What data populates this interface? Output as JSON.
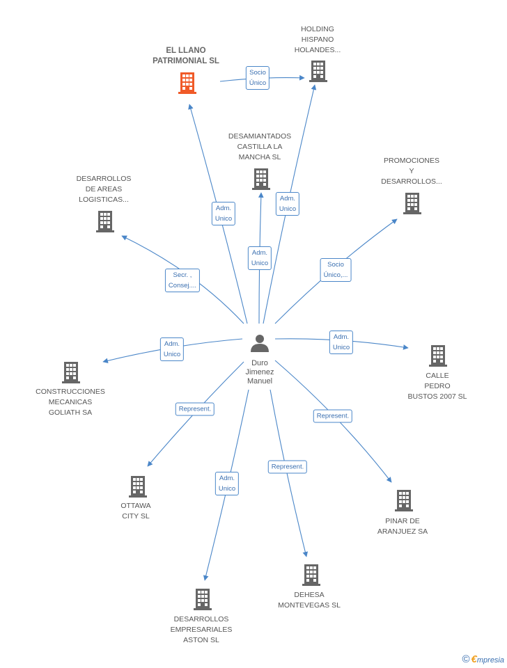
{
  "center": {
    "name": "Duro\nJimenez\nManuel",
    "icon": "person-icon"
  },
  "companies": [
    {
      "id": "el-llano",
      "name": "EL LLANO\nPATRIMONIAL SL",
      "highlight": true
    },
    {
      "id": "holding",
      "name": "HOLDING\nHISPANO\nHOLANDES..."
    },
    {
      "id": "desamiantados",
      "name": "DESAMIANTADOS\nCASTILLA LA\nMANCHA  SL"
    },
    {
      "id": "desarrollos-areas",
      "name": "DESARROLLOS\nDE AREAS\nLOGISTICAS..."
    },
    {
      "id": "promociones",
      "name": "PROMOCIONES\nY\nDESARROLLOS..."
    },
    {
      "id": "calle-pedro",
      "name": "CALLE\nPEDRO\nBUSTOS 2007 SL"
    },
    {
      "id": "construcciones",
      "name": "CONSTRUCCIONES\nMECANICAS\nGOLIATH SA"
    },
    {
      "id": "ottawa",
      "name": "OTTAWA\nCITY SL"
    },
    {
      "id": "pinar",
      "name": "PINAR DE\nARANJUEZ SA"
    },
    {
      "id": "dehesa",
      "name": "DEHESA\nMONTEVEGAS SL"
    },
    {
      "id": "aston",
      "name": "DESARROLLOS\nEMPRESARIALES\nASTON SL"
    }
  ],
  "relations": [
    {
      "id": "r-el-llano",
      "label": "Adm.\nUnico"
    },
    {
      "id": "r-el-llano-holding",
      "label": "Socio\nÚnico"
    },
    {
      "id": "r-holding",
      "label": "Adm.\nUnico"
    },
    {
      "id": "r-desamiantados",
      "label": "Adm.\nUnico"
    },
    {
      "id": "r-desarrollos-areas",
      "label": "Secr. ,\nConsej...."
    },
    {
      "id": "r-promociones",
      "label": "Socio\nÚnico,..."
    },
    {
      "id": "r-calle-pedro",
      "label": "Adm.\nUnico"
    },
    {
      "id": "r-construcciones",
      "label": "Adm.\nUnico"
    },
    {
      "id": "r-ottawa",
      "label": "Represent."
    },
    {
      "id": "r-pinar",
      "label": "Represent."
    },
    {
      "id": "r-dehesa",
      "label": "Represent."
    },
    {
      "id": "r-aston",
      "label": "Adm.\nUnico"
    }
  ],
  "footer": {
    "copyright": "©",
    "brand_initial": "€",
    "brand_rest": "mpresia"
  },
  "colors": {
    "edge": "#4a86c8",
    "building": "#666666",
    "highlight": "#f05a28",
    "person": "#666666"
  }
}
